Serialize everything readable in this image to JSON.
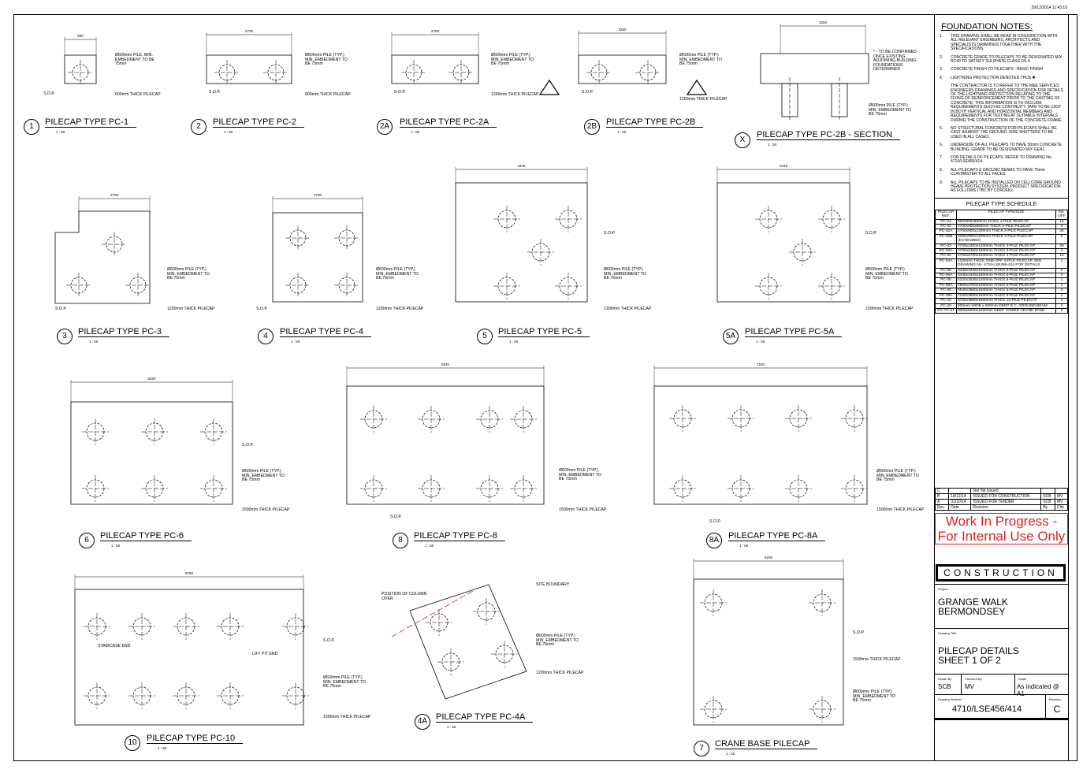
{
  "timestamp": "29/12/2014 11:43:10",
  "details": [
    {
      "num": "1",
      "title": "PILECAP TYPE PC-1",
      "scale": "1 : 50",
      "dim": "900",
      "notes": [
        "Ø600mm PILE. MIN. EMBEDMENT TO BE 75mm",
        "600mm THICK PILECAP",
        "S.O.P."
      ]
    },
    {
      "num": "2",
      "title": "PILECAP TYPE PC-2",
      "scale": "1 : 50",
      "dim": "2700",
      "notes": [
        "Ø600mm PILE (TYP.) MIN. EMBEDMENT TO BE 75mm",
        "900mm THICK PILECAP",
        "S.O.P."
      ]
    },
    {
      "num": "2A",
      "title": "PILECAP TYPE PC-2A",
      "scale": "1 : 50",
      "dim": "2700",
      "notes": [
        "Ø600mm PILE (TYP.) MIN. EMBEDMENT TO BE 75mm",
        "1200mm THICK PILECAP",
        "S.O.P."
      ]
    },
    {
      "num": "2B",
      "title": "PILECAP TYPE PC-2B",
      "scale": "1 : 50",
      "dim": "3250",
      "notes": [
        "Ø600mm PILE (TYP.) MIN. EMBEDMENT TO BE 75mm",
        "1200mm THICK PILECAP",
        "S.O.P."
      ]
    },
    {
      "num": "X",
      "title": "PILECAP TYPE PC-2B - SECTION",
      "scale": "1 : 50",
      "dim": "3250",
      "notes": [
        "* - TO BE CONFIRMED ONCE EXISTING ADJOINING BUILDING FOUNDATIONS DETERMINED",
        "Ø600mm PILE (TYP.) MIN. EMBEDMENT TO BE 75mm"
      ]
    },
    {
      "num": "3",
      "title": "PILECAP TYPE PC-3",
      "scale": "1 : 50",
      "dim": "2700",
      "notes": [
        "Ø600mm PILE (TYP.) MIN. EMBEDMENT TO BE 75mm",
        "1200mm THICK PILECAP",
        "S.O.P."
      ]
    },
    {
      "num": "4",
      "title": "PILECAP TYPE PC-4",
      "scale": "1 : 50",
      "dim": "2700",
      "notes": [
        "Ø600mm PILE (TYP.) MIN. EMBEDMENT TO BE 75mm",
        "1200mm THICK PILECAP",
        "S.O.P."
      ]
    },
    {
      "num": "5",
      "title": "PILECAP TYPE PC-5",
      "scale": "1 : 50",
      "dim": "3445",
      "notes": [
        "S.O.P.",
        "Ø600mm PILE (TYP.) MIN. EMBEDMENT TO BE 75mm",
        "1200mm THICK PILECAP"
      ]
    },
    {
      "num": "5A",
      "title": "PILECAP TYPE PC-5A",
      "scale": "1 : 50",
      "dim": "3445",
      "notes": [
        "S.O.P.",
        "Ø600mm PILE (TYP.) MIN. EMBEDMENT TO BE 75mm",
        "1500mm THICK PILECAP"
      ]
    },
    {
      "num": "6",
      "title": "PILECAP TYPE PC-6",
      "scale": "1 : 50",
      "dim": "5320",
      "notes": [
        "S.O.P.",
        "Ø600mm PILE (TYP.) MIN. EMBEDMENT TO BE 75mm",
        "1500mm THICK PILECAP"
      ]
    },
    {
      "num": "8",
      "title": "PILECAP TYPE PC-8",
      "scale": "1 : 50",
      "dim": "6540",
      "notes": [
        "Ø600mm PILE (TYP.) MIN. EMBEDMENT TO BE 75mm",
        "1500mm THICK PILECAP",
        "S.O.P."
      ]
    },
    {
      "num": "8A",
      "title": "PILECAP TYPE PC-8A",
      "scale": "1 : 50",
      "dim": "7150",
      "notes": [
        "Ø600mm PILE (TYP.) MIN. EMBEDMENT TO BE 75mm",
        "1500mm THICK PILECAP",
        "S.O.P."
      ]
    },
    {
      "num": "10",
      "title": "PILECAP TYPE PC-10",
      "scale": "1 : 50",
      "dim": "8750",
      "notes": [
        "STAIRCASE END",
        "LIFT PIT END",
        "S.O.P.",
        "Ø600mm PILE (TYP.) MIN. EMBEDMENT TO BE 75mm",
        "1500mm THICK PILECAP"
      ]
    },
    {
      "num": "4A",
      "title": "PILECAP TYPE PC-4A",
      "scale": "1 : 50",
      "dim": "",
      "notes": [
        "POSITION OF COLUMN OVER",
        "SITE BOUNDARY",
        "Ø600mm PILE (TYP.) MIN. EMBEDMENT TO BE 75mm",
        "1200mm THICK PILECAP"
      ]
    },
    {
      "num": "7",
      "title": "CRANE BASE PILECAP",
      "scale": "1 : 50",
      "dim": "5200",
      "notes": [
        "S.O.P.",
        "1500mm THICK PILECAP",
        "Ø600mm PILE (TYP.) MIN. EMBEDMENT TO BE 75mm"
      ]
    }
  ],
  "foundation_notes": {
    "heading": "FOUNDATION NOTES:",
    "items": [
      {
        "n": "1.",
        "text": "THIS DRAWING SHALL BE READ IN CONJUNCTION WITH ALL RELEVANT ENGINEERS, ARCHITECTS AND SPECIALISTS DRAWINGS TOGETHER WITH THE SPECIFICATIONS."
      },
      {
        "n": "2.",
        "text": "CONCRETE GRADE TO PILECAPS TO BE DESIGNATED MIX RC40 TO SATISFY SULPHATE CLASS DS-4."
      },
      {
        "n": "3.",
        "text": "CONCRETE FINISH TO PILECAPS - BASIC FINISH"
      },
      {
        "n": "4.",
        "text": "LIGHTNING PROTECTION DENOTED THUS ✱"
      },
      {
        "n": "",
        "text": "THE CONTRACTOR IS TO REFER TO THE M&E SERVICES ENGINEERS DRAWINGS AND SPECIFICATION FOR DETAILS OF THE LIGHTNING PROTECTION RELATING TO THE FIXING OF REINFORCEMENT PRIOR TO THE CASTING OF CONCRETE. THIS INFORMATION IS TO INCLUDE REQUIREMENTS SUCH AS CONTINUITY TAPE TO BE CAST IN BOTH VERTICAL AND HORIZONTAL MEMBERS AND REQUIREMENTS FOR TESTING AT SUITABLE INTERVALS DURING THE CONSTRUCTION OF THE CONCRETE FRAME"
      },
      {
        "n": "5.",
        "text": "NO STRUCTURAL CONCRETE FOR PILECAPS SHALL BE CAST AGAINST THE GROUND. SIDE SHUTTERS TO BE USED IN ALL CASES."
      },
      {
        "n": "6.",
        "text": "UNDERSIDE OF ALL PILECAPS TO HAVE 50mm CONCRETE BLINDING. GRADE TO BE DESIGNATED MIX GEN1."
      },
      {
        "n": "7.",
        "text": "FOR DETAILS OF PILECAPS, REFER TO DRAWING No. 4710/LSE455/414."
      },
      {
        "n": "8.",
        "text": "ALL PILECAPS & GROUND BEAMS TO HAVE 75mm CLAYMASTER TO ALL FACES."
      },
      {
        "n": "9.",
        "text": "ALL PILECAPS TO BE INSTALLED ON CELLCORE GROUND HEAVE PROTECTION SYSTEM. PRODUCT SPECIFICATION AS FOLLOWS (TBC BY CORDEK):-"
      }
    ]
  },
  "schedule": {
    "title": "PILECAP TYPE SCHEDULE",
    "headers": [
      "PILECAP REF.",
      "PILECAP TYPE/SIZE",
      "No. OFF"
    ],
    "rows": [
      [
        "PC-01",
        "900x900x600mm THICK 1-PILE PILECAP",
        "14"
      ],
      [
        "PC-02",
        "2700x900x900mm THICK 2-PILE PILECAP",
        "3"
      ],
      [
        "PC-02A",
        "2700x900x1200mm THICK 2-PILE PILECAP",
        "34"
      ],
      [
        "PC-02B",
        "3250x900x1200mm THICK 2-PILE PILECAP (EXTENDED)",
        "2"
      ],
      [
        "PC-03",
        "2700x2450x1200mm THICK 3-PILE PILECAP",
        "28"
      ],
      [
        "PC-03A",
        "2700x2450x1500mm THICK 3-PILE PILECAP",
        "4"
      ],
      [
        "PC-04",
        "2700x2700x1200mm THICK 4-PILE PILECAP",
        "14"
      ],
      [
        "PC-04A",
        "1200mm THICK ONE-OFF 4-PILE PILECAP. SEE DRAWING No. 4710-LSE456-414 FOR DETAILS",
        "1"
      ],
      [
        "PC-05",
        "3445x3445x1200mm THICK 5-PILE PILECAP",
        "1"
      ],
      [
        "PC-05A",
        "3445x3445x1500mm THICK 5-PILE PILECAP",
        "3"
      ],
      [
        "PC-06",
        "5320x3045x1200mm THICK 6-PILE PILECAP",
        "1"
      ],
      [
        "PC-06A",
        "4500x2700x1200mm THICK 6-PILE PILECAP",
        "1"
      ],
      [
        "PC-08",
        "6540x3550x1500mm THICK 8-PILE PILECAP",
        "3"
      ],
      [
        "PC-08A",
        "7150x3550x1500mm THICK 8-PILE PILECAP",
        "1"
      ],
      [
        "PC-10",
        "8750x3550x1500mm THICK 10-PILE PILECAP",
        "1"
      ],
      [
        "PC-20",
        "900mm WIDE x 600mm DEEP R.C. GROUND BEAM",
        "1"
      ],
      [
        "PC-TC-01",
        "5000x5000x1500mm DEEP TOWER CRANE BASE",
        "2"
      ]
    ]
  },
  "revisions": {
    "rows": [
      [
        "C",
        "",
        "Not Yet Issued",
        "",
        ""
      ],
      [
        "B",
        "18/12/14",
        "ISSUED FOR CONSTRUCTION",
        "SCB",
        "MV"
      ],
      [
        "A",
        "31/10/14",
        "ISSUED FOR TENDER",
        "SCB",
        "MV"
      ]
    ],
    "headers": [
      "Rev.",
      "Date",
      "Revision",
      "By",
      "Chk"
    ]
  },
  "title_block": {
    "status": "CONSTRUCTION",
    "project_label": "Project",
    "project": "GRANGE WALK\nBERMONDSEY",
    "drawing_title_label": "Drawing Title",
    "drawing_title": "PILECAP DETAILS\nSHEET 1 OF 2",
    "drawn_by_label": "Drawn By",
    "drawn_by": "SCB",
    "checked_by_label": "Checked By",
    "checked_by": "MV",
    "scale_label": "Scale",
    "scale": "As indicated @ A1",
    "drawing_number_label": "Drawing Number",
    "drawing_number": "4710/LSE456/414",
    "revision_label": "Revision",
    "revision": "C",
    "watermark": "Work In Progress - For Internal Use Only"
  }
}
